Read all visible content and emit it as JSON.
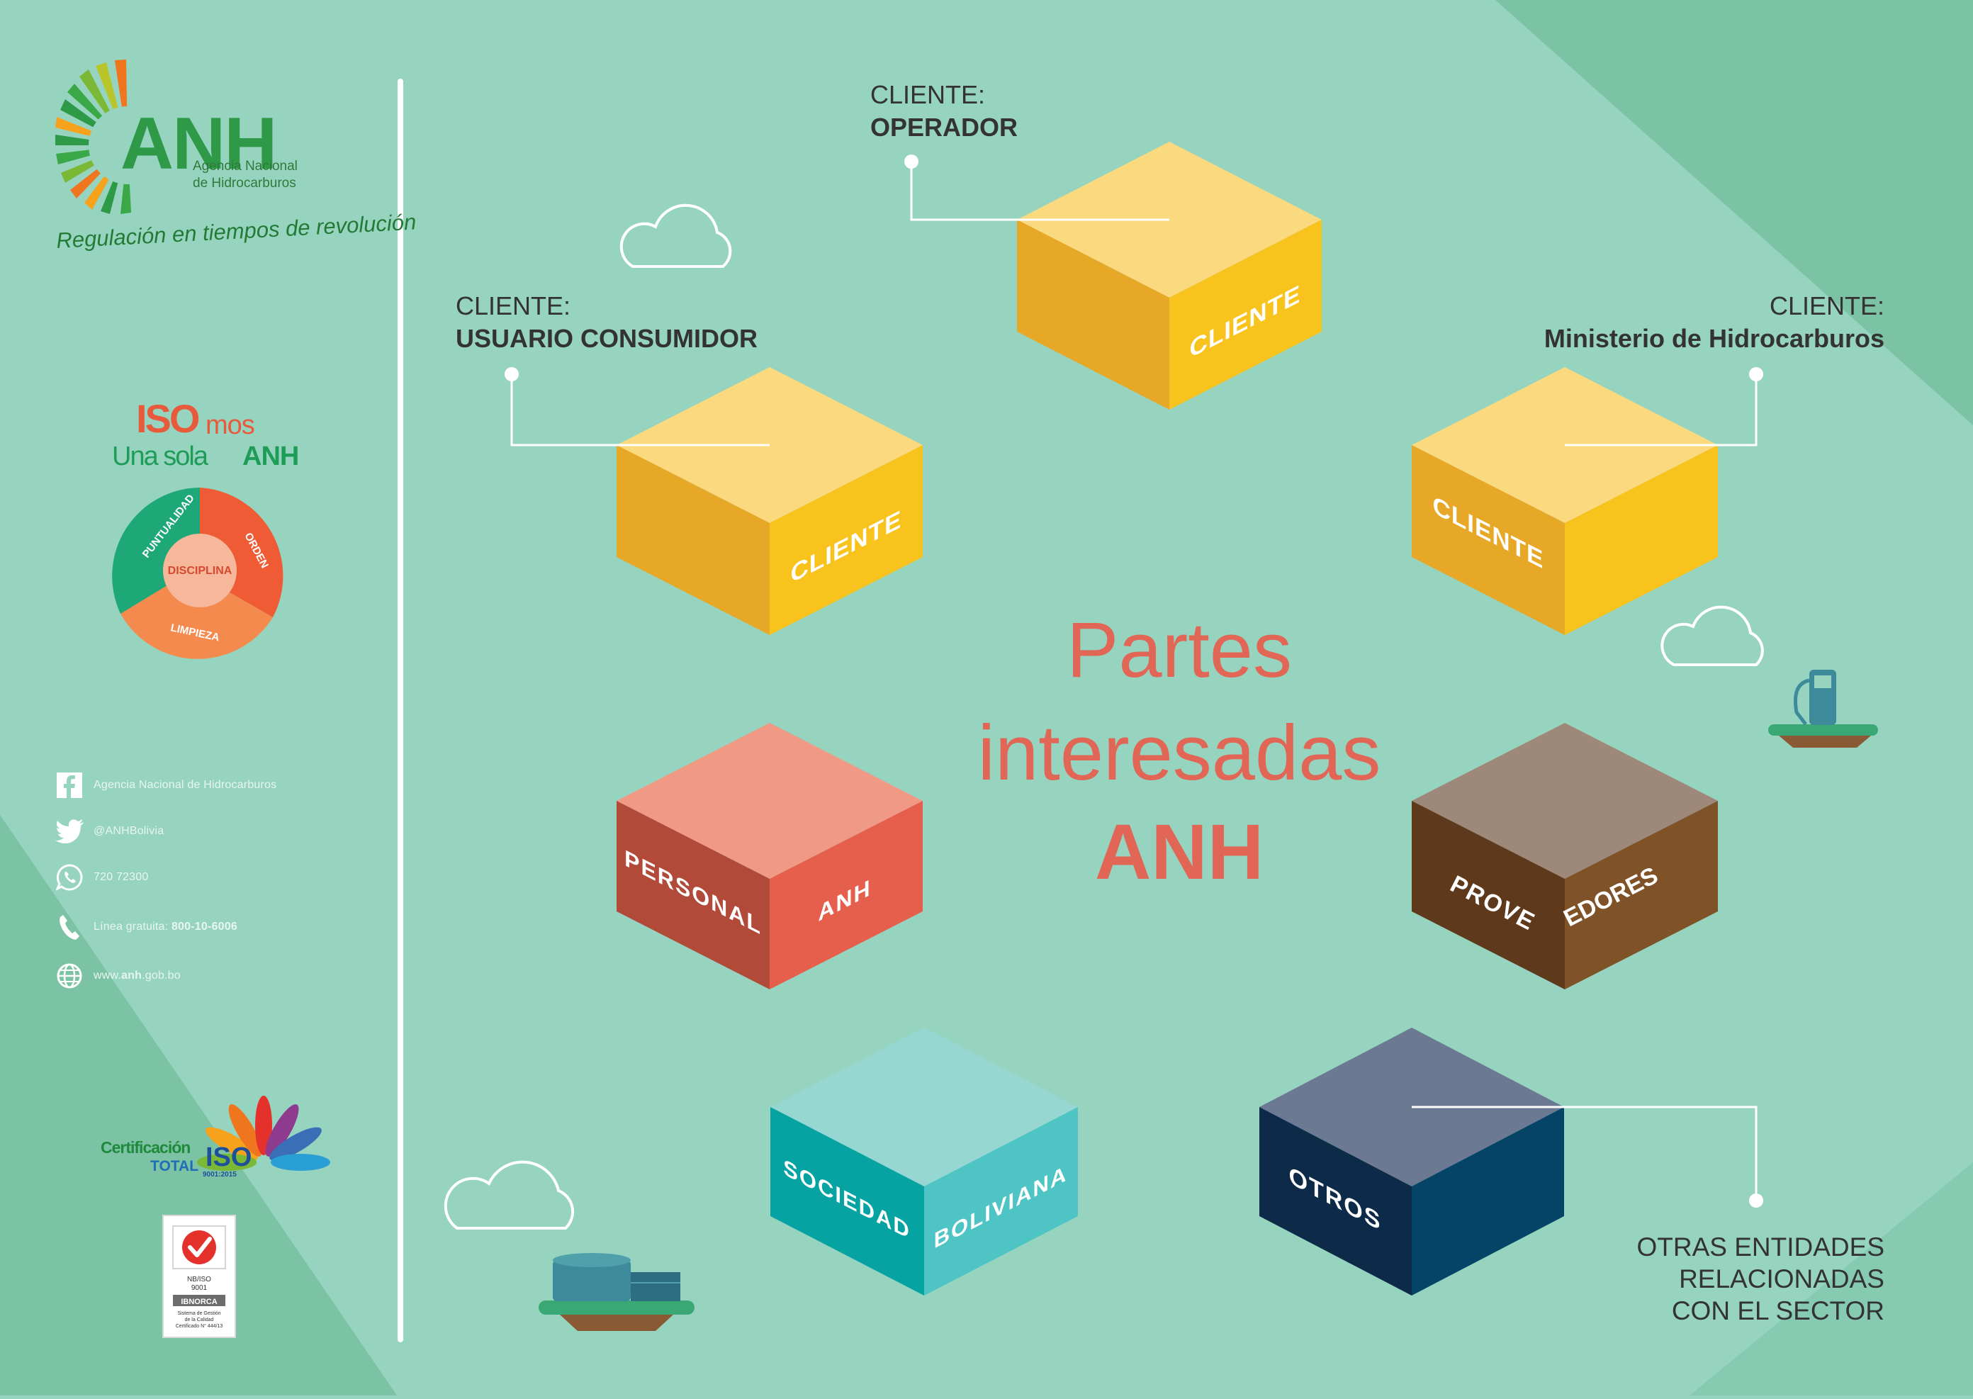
{
  "brand": {
    "logo_letters": "ANH",
    "logo_line1": "Agencia Nacional",
    "logo_line2": "de Hidrocarburos",
    "slogan": "Regulación en tiempos de revolución"
  },
  "iso_motto": {
    "line1_a": "ISO",
    "line1_b": "mos",
    "line2_a": "Una sola ",
    "line2_b": "ANH"
  },
  "values_wheel": {
    "center": "DISCIPLINA",
    "segments": [
      "PUNTUALIDAD",
      "ORDEN",
      "LIMPIEZA"
    ]
  },
  "contacts": [
    {
      "icon": "facebook-icon",
      "text": "Agencia Nacional de Hidrocarburos"
    },
    {
      "icon": "twitter-icon",
      "text": "@ANHBolivia"
    },
    {
      "icon": "whatsapp-icon",
      "text": "720 72300"
    },
    {
      "icon": "phone-icon",
      "text": "Línea gratuita: ",
      "bold": "800-10-6006"
    },
    {
      "icon": "globe-icon",
      "text": "www.",
      "bold": "anh",
      "text2": ".gob.bo"
    }
  ],
  "certifications": {
    "cert_line1": "Certificación",
    "cert_line2": "TOTAL",
    "cert_iso": "ISO",
    "cert_iso_sub": "9001:2015",
    "stamp_line1": "NB/ISO",
    "stamp_line2": "9001",
    "stamp_org": "IBNORCA",
    "stamp_small1": "Sistema de Gestión",
    "stamp_small2": "de la Calidad",
    "stamp_small3": "Certificado N° 444/13"
  },
  "title": {
    "line1": "Partes",
    "line2": "interesadas",
    "line3": "ANH"
  },
  "callouts": {
    "operador": {
      "label": "CLIENTE:",
      "value": "OPERADOR"
    },
    "usuario": {
      "label": "CLIENTE:",
      "value": "USUARIO CONSUMIDOR"
    },
    "ministerio": {
      "label": "CLIENTE:",
      "value": "Ministerio de Hidrocarburos"
    },
    "otros": {
      "line1": "OTRAS ENTIDADES",
      "line2": "RELACIONADAS",
      "line3": "CON EL SECTOR"
    }
  },
  "cubes": {
    "operador": {
      "front": "CLIENTE"
    },
    "usuario": {
      "right": "CLIENTE"
    },
    "ministerio": {
      "left": "CLIENTE"
    },
    "personal": {
      "left": "PERSONAL",
      "right": "ANH"
    },
    "proveedores": {
      "label": "PROVEEDORES"
    },
    "sociedad": {
      "left": "SOCIEDAD",
      "right": "BOLIVIANA"
    },
    "otros": {
      "left": "OTROS"
    }
  },
  "colors": {
    "background": "#96d4bf",
    "title": "#e26656",
    "yellow_top": "#fbd97f",
    "yellow_left": "#e6a826",
    "yellow_right": "#f8c31c",
    "salmon_top": "#f09a86",
    "salmon_left": "#b24a3a",
    "salmon_right": "#e55f4c",
    "brown_top": "#9e8879",
    "brown_left": "#5e391b",
    "brown_right": "#7f5228",
    "teal_top": "#97d7d2",
    "teal_left": "#07a3a3",
    "teal_right": "#4ec4c4",
    "navy_top": "#6b7a92",
    "navy_left": "#0d2a48",
    "navy_right": "#054367",
    "logo_green": "#2e9a48",
    "logo_orange": "#f0751f"
  }
}
